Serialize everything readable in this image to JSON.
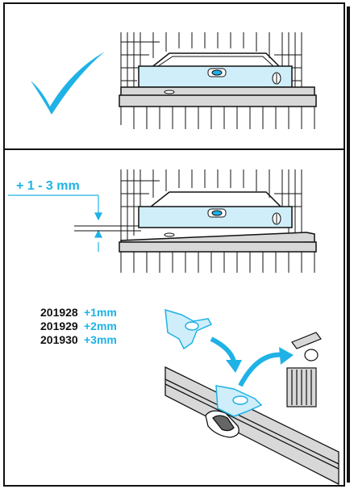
{
  "adjustment_label": "+ 1 - 3 mm",
  "parts": [
    {
      "code": "201928",
      "size": "+1mm"
    },
    {
      "code": "201929",
      "size": "+2mm"
    },
    {
      "code": "201930",
      "size": "+3mm"
    }
  ],
  "colors": {
    "accent": "#1fb2e6",
    "level_fill": "#cfeefa",
    "line": "#111111",
    "floor": "#d8d8d8"
  },
  "icons": {
    "check": "checkmark-icon",
    "trash": "trash-bin-icon",
    "arrow": "curved-arrow-icon"
  }
}
